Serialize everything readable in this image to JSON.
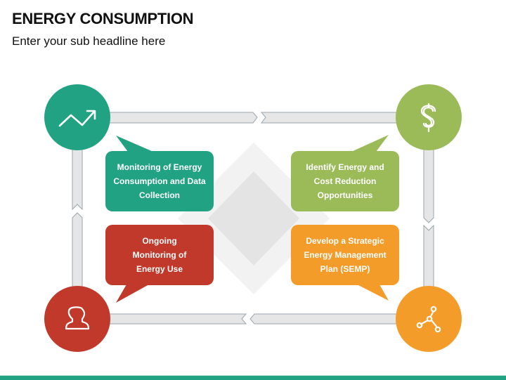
{
  "header": {
    "title": "ENERGY CONSUMPTION",
    "subtitle": "Enter your sub headline here"
  },
  "colors": {
    "teal": "#21a383",
    "green": "#9bbb59",
    "red": "#c0392b",
    "orange": "#f39c2a",
    "connector": "#e6e6e6",
    "connector_border": "#9aa5ad",
    "diamond_outer": "#f2f2f2",
    "diamond_inner": "#e4e4e4"
  },
  "steps": [
    {
      "id": "monitoring",
      "label": "Monitoring of Energy\nConsumption and Data\nCollection",
      "icon": "trend-up-arrow-icon",
      "color": "#21a383",
      "position": "top-left"
    },
    {
      "id": "identify",
      "label": "Identify Energy and\nCost Reduction\nOpportunities",
      "icon": "dollar-sign-icon",
      "color": "#9bbb59",
      "position": "top-right"
    },
    {
      "id": "develop",
      "label": "Develop a Strategic\nEnergy Management\nPlan (SEMP)",
      "icon": "network-nodes-icon",
      "color": "#f39c2a",
      "position": "bottom-right"
    },
    {
      "id": "ongoing",
      "label": "Ongoing\nMonitoring of\nEnergy Use",
      "icon": "user-icon",
      "color": "#c0392b",
      "position": "bottom-left"
    }
  ]
}
